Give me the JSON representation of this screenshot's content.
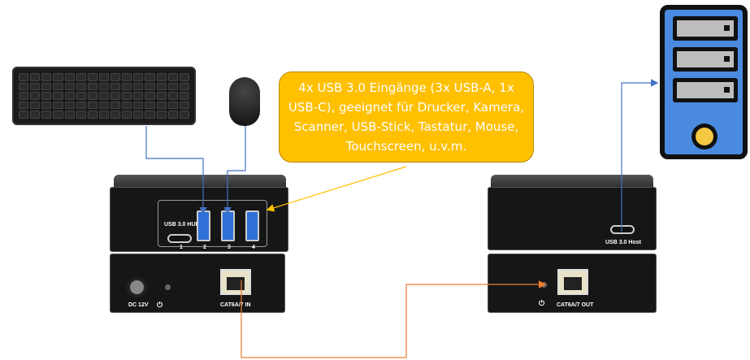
{
  "callout": {
    "text": "4x USB 3.0 Eingänge (3x USB-A, 1x USB-C), geeignet für Drucker, Kamera, Scanner, USB-Stick, Tastatur, Mouse, Touchscreen, u.v.m."
  },
  "transmitter": {
    "hub_label": "USB 3.0 HUB",
    "port_numbers": [
      "1",
      "2",
      "3",
      "4"
    ],
    "power_label": "DC 12V",
    "power_icon": "power-icon",
    "network_label": "CAT6A/7 IN"
  },
  "receiver": {
    "host_label": "USB 3.0 Host",
    "power_icon": "power-icon",
    "network_label": "CAT6A/7 OUT"
  },
  "colors": {
    "callout": "#FFC000",
    "usb_line": "#4472C4",
    "cat_line": "#ED7D31",
    "pc": "#4a8be0"
  }
}
